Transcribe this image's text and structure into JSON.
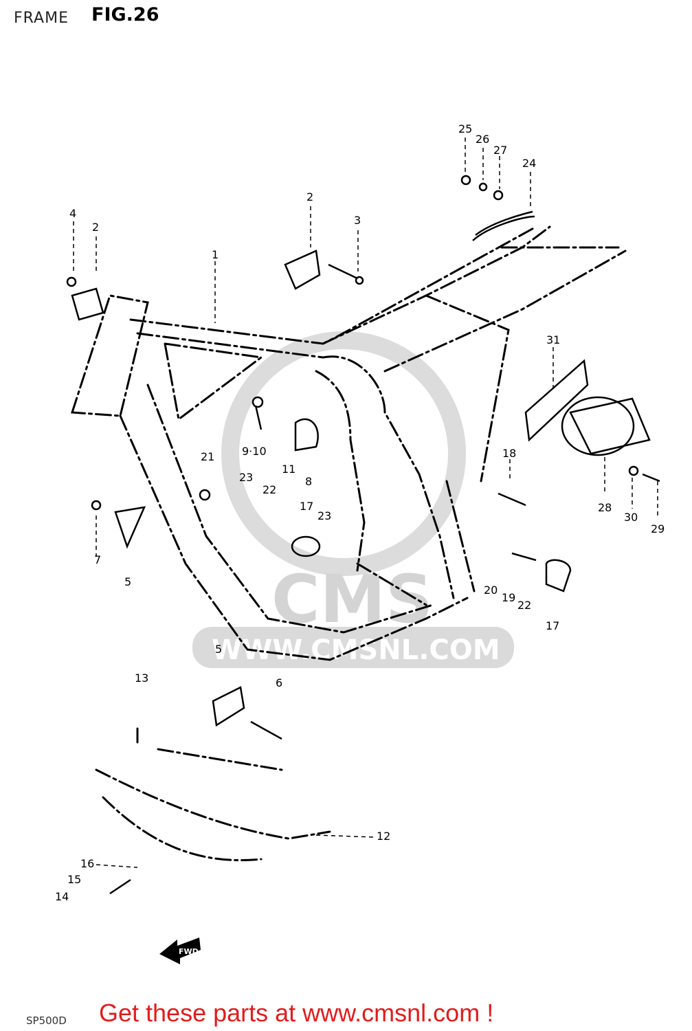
{
  "header": {
    "section": "FRAME",
    "figure": "FIG.26"
  },
  "watermark": {
    "brand": "CMS",
    "url": "WWW.CMSNL.COM",
    "color": "#d0d0d0"
  },
  "fwd_arrow": "FWD",
  "footer": {
    "model": "SP500D",
    "cta": "Get these parts at www.cmsnl.com !",
    "cta_color": "#e21c1c"
  },
  "callouts": [
    "1",
    "2",
    "2",
    "3",
    "4",
    "5",
    "5",
    "6",
    "7",
    "8",
    "9·10",
    "11",
    "12",
    "13",
    "14",
    "15",
    "16",
    "17",
    "17",
    "18",
    "19",
    "20",
    "21",
    "22",
    "22",
    "23",
    "23",
    "24",
    "25",
    "26",
    "27",
    "28",
    "29",
    "30",
    "31"
  ]
}
